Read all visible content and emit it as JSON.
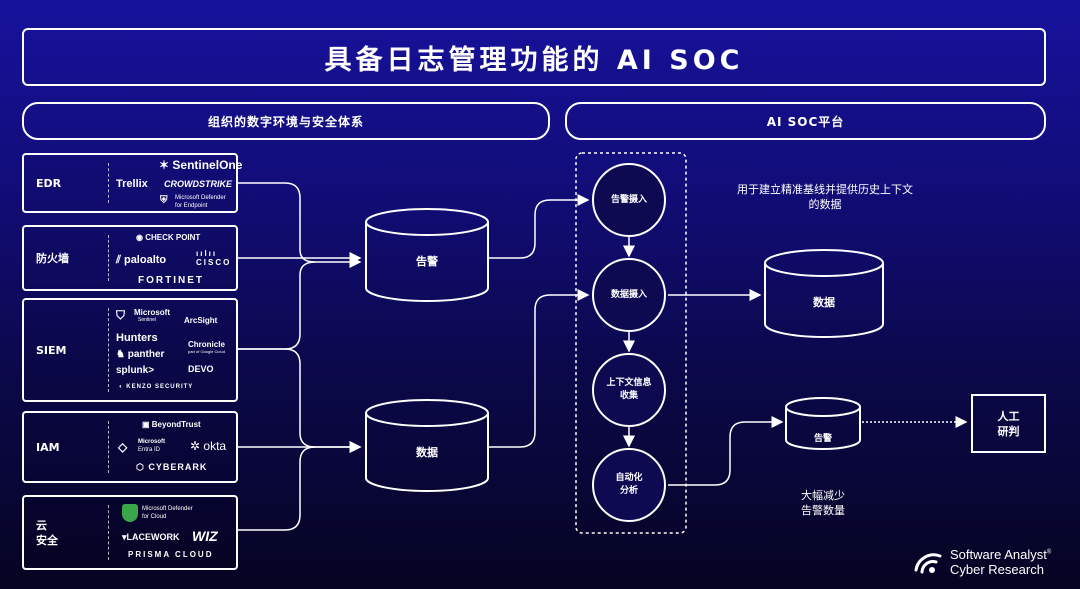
{
  "title": "具备日志管理功能的 AI SOC",
  "left_section": "组织的数字环境与安全体系",
  "right_section": "AI SOC平台",
  "categories": [
    {
      "label": "EDR",
      "vendors": [
        "SentinelOne",
        "Trellix",
        "CROWDSTRIKE",
        "Microsoft Defender",
        "for Endpoint"
      ]
    },
    {
      "label": "防火墙",
      "vendors": [
        "CHECK POINT",
        "paloalto",
        "CISCO",
        "FORTINET"
      ]
    },
    {
      "label": "SIEM",
      "vendors": [
        "Microsoft",
        "Sentinel",
        "ArcSight",
        "Hunters",
        "Chronicle",
        "part of Google Cloud",
        "panther",
        "splunk>",
        "DEVO",
        "KENZO SECURITY"
      ]
    },
    {
      "label": "IAM",
      "vendors": [
        "BeyondTrust",
        "Microsoft",
        "Entra ID",
        "okta",
        "CYBERARK"
      ]
    },
    {
      "label": "云\n安全",
      "vendors": [
        "Microsoft Defender",
        "for Cloud",
        "LACEWORK",
        "WIZ",
        "PRISMA CLOUD"
      ]
    }
  ],
  "stores": {
    "alerts": "告警",
    "data": "数据"
  },
  "pipeline": [
    "告警摄入",
    "数据摄入",
    "上下文信息\n收集",
    "自动化\n分析"
  ],
  "baseline_note": "用于建立精准基线并提供历史上下文\n的数据",
  "right_data": "数据",
  "output_alerts": "告警",
  "reduce_note": "大幅减少\n告警数量",
  "human": "人工\n研判",
  "brand": {
    "line1": "Software Analyst",
    "line2": "Cyber Research",
    "tm": "®"
  }
}
